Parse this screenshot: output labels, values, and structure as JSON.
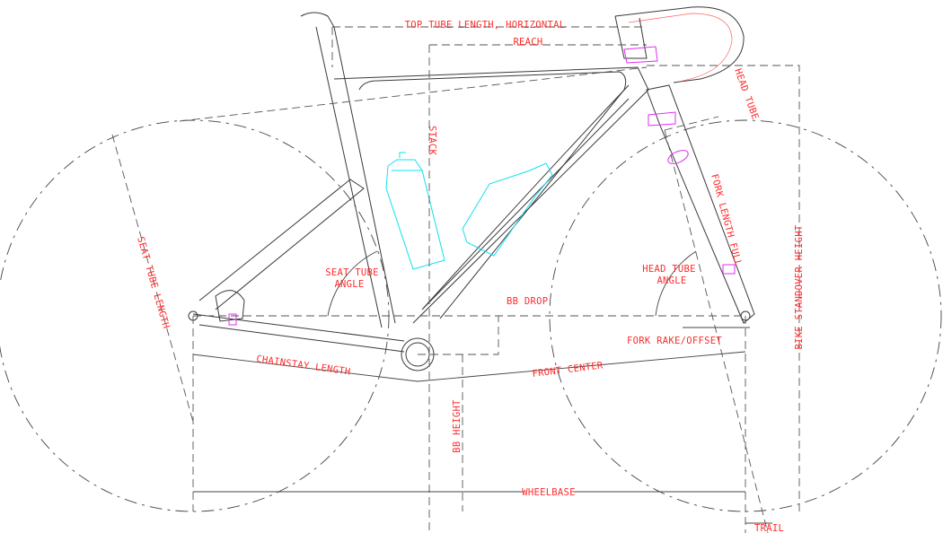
{
  "labels": {
    "top_tube": "TOP TUBE LENGTH, HORIZONTAL",
    "reach": "REACH",
    "head_tube": "HEAD TUBE",
    "stack": "STACK",
    "fork_length": "FORK LENGTH FULL",
    "seat_tube_length": "SEAT TUBE LENGTH",
    "seat_tube_angle_1": "SEAT TUBE",
    "seat_tube_angle_2": "ANGLE",
    "head_tube_angle_1": "HEAD TUBE",
    "head_tube_angle_2": "ANGLE",
    "bb_drop": "BB DROP",
    "fork_rake": "FORK RAKE/OFFSET",
    "chainstay": "CHAINSTAY LENGTH",
    "front_center": "FRONT CENTER",
    "bb_height": "BB HEIGHT",
    "wheelbase": "WHEELBASE",
    "standover": "BIKE STANDOVER HEIGHT",
    "trail": "TRAIL"
  },
  "colors": {
    "label": "#ff2a2a",
    "bottle": "#11e0f0",
    "headset": "#e02cf0"
  }
}
